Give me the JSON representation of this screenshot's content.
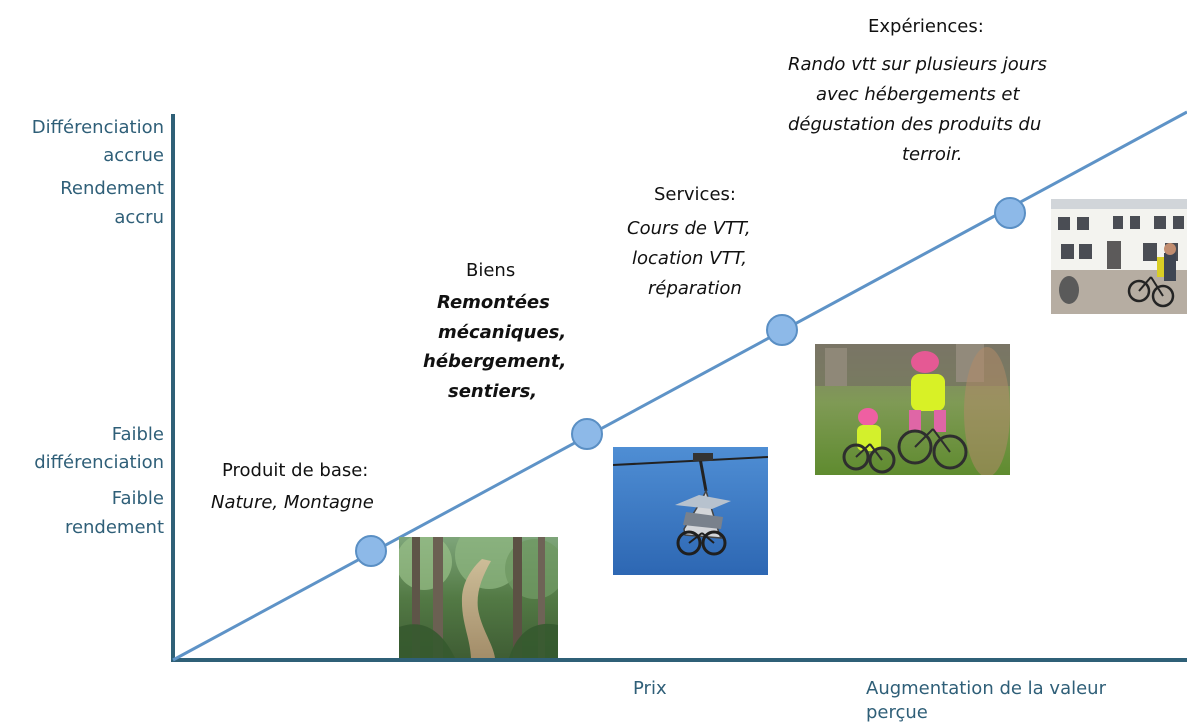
{
  "y_axis": {
    "top_label_1": "Différenciation",
    "top_label_2": "accrue",
    "top_label_3": "Rendement",
    "top_label_4": "accru",
    "bottom_label_1": "Faible",
    "bottom_label_2": "différenciation",
    "bottom_label_3": "Faible",
    "bottom_label_4": "rendement"
  },
  "x_axis": {
    "center_label": "Prix",
    "right_label_1": "Augmentation de la valeur",
    "right_label_2": "perçue"
  },
  "stages": {
    "produit": {
      "title": "Produit de base:",
      "text": "Nature, Montagne"
    },
    "biens": {
      "title": "Biens",
      "line1": "Remontées",
      "line2": "mécaniques,",
      "line3": "hébergement,",
      "line4": "sentiers,"
    },
    "services": {
      "title": "Services:",
      "line1": "Cours de VTT,",
      "line2": "location VTT,",
      "line3": "réparation"
    },
    "experiences": {
      "title": "Expériences:",
      "line1": "Rando vtt sur plusieurs jours",
      "line2": "avec hébergements et",
      "line3": "dégustation des produits du",
      "line4": "terroir."
    }
  },
  "colors": {
    "axis": "#2f6077",
    "diagonal": "#5e93c7",
    "dot_fill": "#8db9e8",
    "dot_stroke": "#5a8fc4"
  }
}
